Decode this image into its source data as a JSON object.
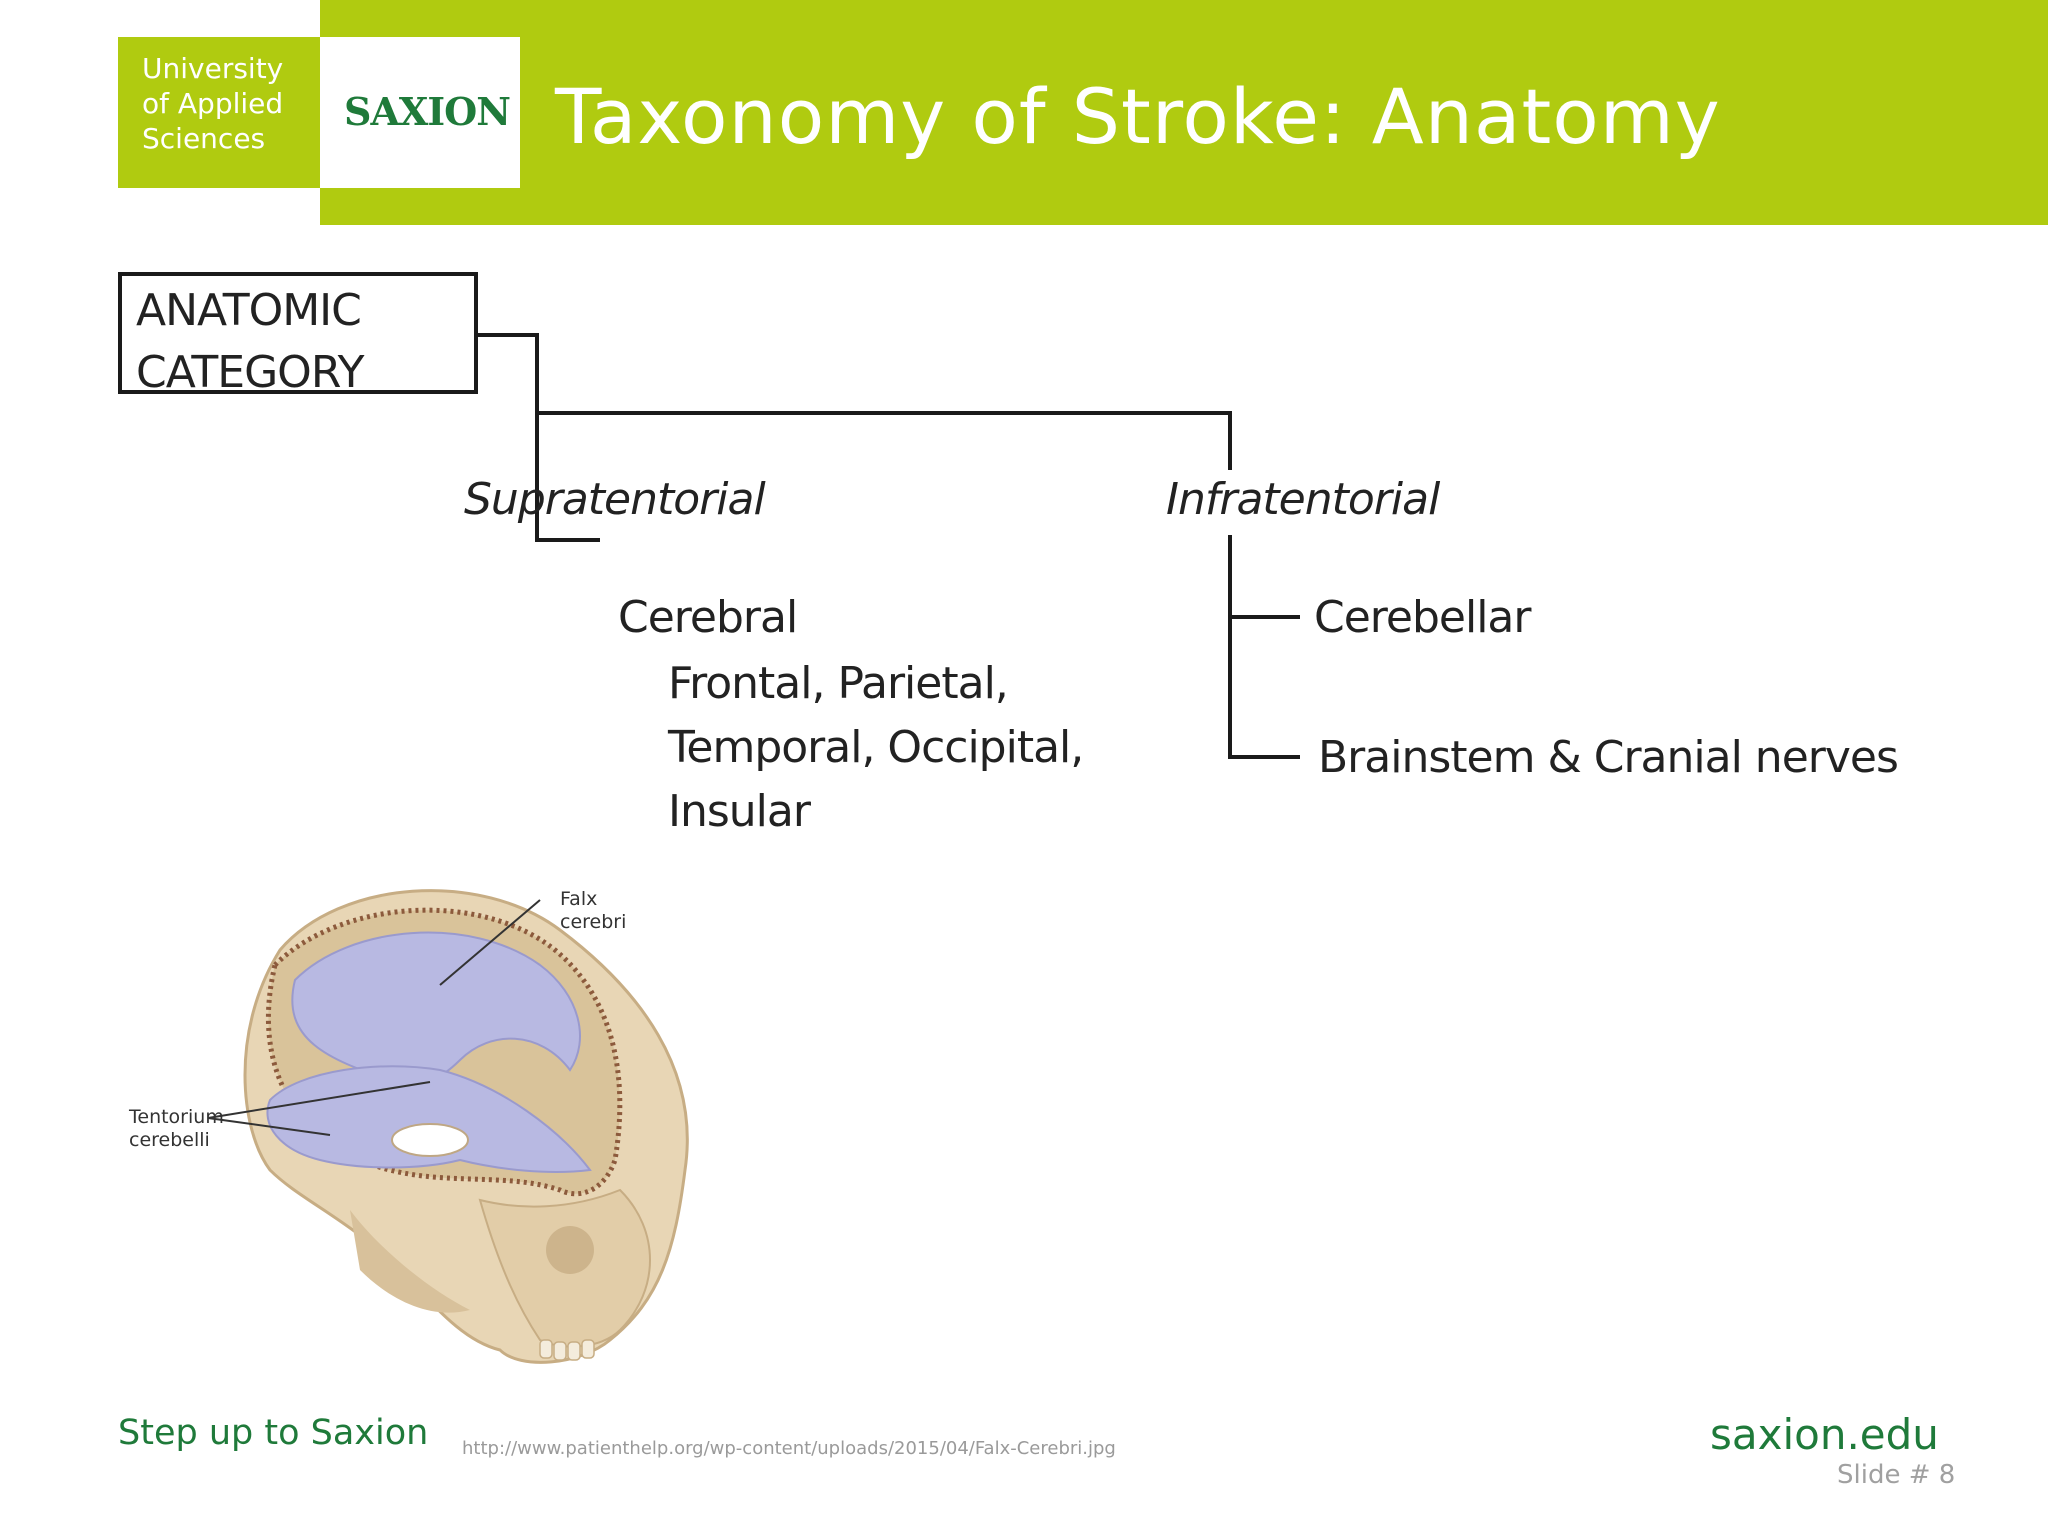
{
  "header": {
    "institution": "University\nof Applied\nSciences",
    "logo_text": "SAXION",
    "title": "Taxonomy of Stroke: Anatomy"
  },
  "diagram": {
    "root": "ANATOMIC\nCATEGORY",
    "branches": [
      {
        "label": "Supratentorial",
        "children": [
          {
            "label": "Cerebral",
            "detail": "Frontal, Parietal,\nTemporal, Occipital,\nInsular"
          }
        ]
      },
      {
        "label": "Infratentorial",
        "children": [
          {
            "label": "Cerebellar"
          },
          {
            "label": "Brainstem & Cranial nerves"
          }
        ]
      }
    ]
  },
  "illustration": {
    "annotations": {
      "falx": "Falx\ncerebri",
      "tentorium": "Tentorium\ncerebelli"
    }
  },
  "footer": {
    "tagline": "Step up to Saxion",
    "source_url": "http://www.patienthelp.org/wp-content/uploads/2015/04/Falx-Cerebri.jpg",
    "website": "saxion.edu",
    "slide_number": "Slide # 8"
  },
  "colors": {
    "brand_green": "#b0cb10",
    "logo_green": "#1f7a3a",
    "text": "#222222"
  }
}
